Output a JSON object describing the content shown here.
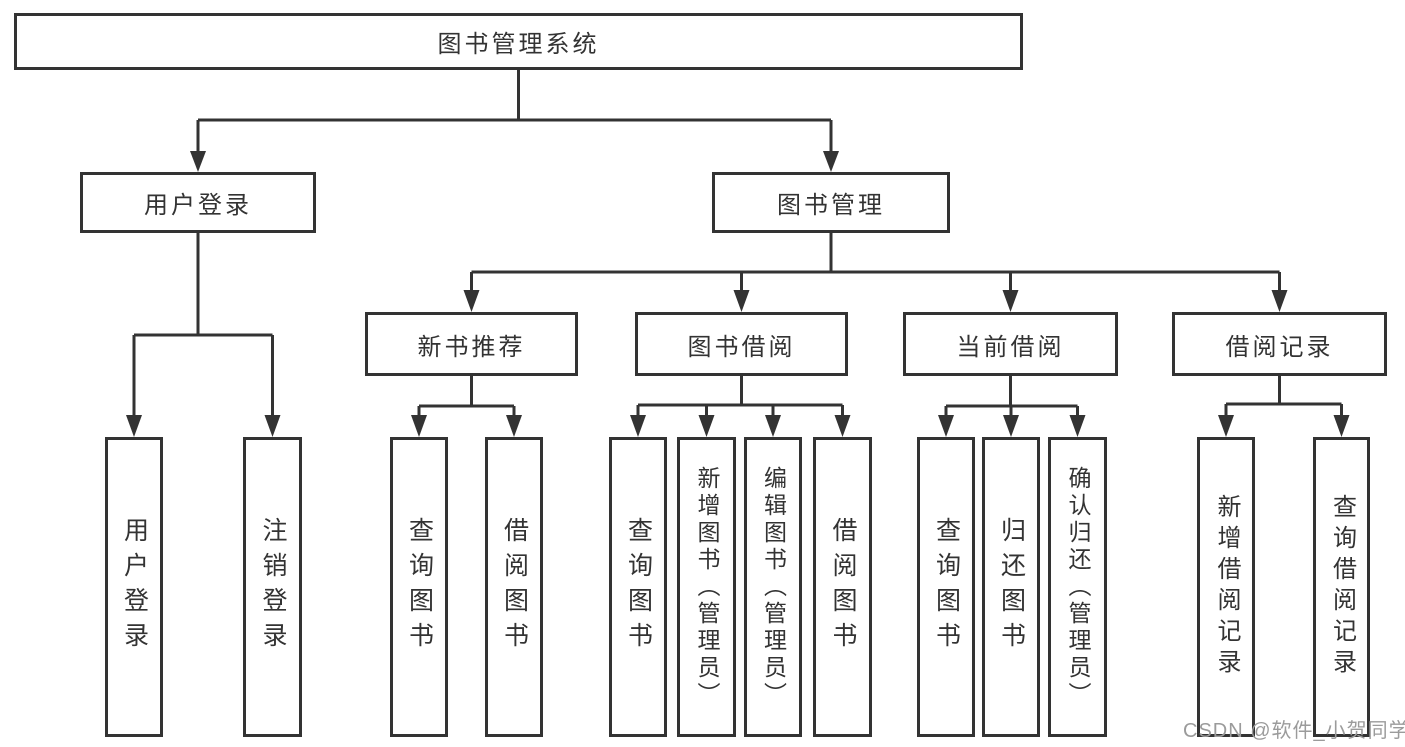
{
  "diagram": {
    "root": {
      "label": "图书管理系统"
    },
    "branches": [
      {
        "label": "用户登录",
        "children": [
          {
            "label": "用户登录"
          },
          {
            "label": "注销登录"
          }
        ]
      },
      {
        "label": "图书管理",
        "children": [
          {
            "label": "新书推荐",
            "children": [
              {
                "label": "查询图书"
              },
              {
                "label": "借阅图书"
              }
            ]
          },
          {
            "label": "图书借阅",
            "children": [
              {
                "label": "查询图书"
              },
              {
                "label": "新增图书（管理员）"
              },
              {
                "label": "编辑图书（管理员）"
              },
              {
                "label": "借阅图书"
              }
            ]
          },
          {
            "label": "当前借阅",
            "children": [
              {
                "label": "查询图书"
              },
              {
                "label": "归还图书"
              },
              {
                "label": "确认归还（管理员）"
              }
            ]
          },
          {
            "label": "借阅记录",
            "children": [
              {
                "label": "新增借阅记录"
              },
              {
                "label": "查询借阅记录"
              }
            ]
          }
        ]
      }
    ]
  },
  "watermark": {
    "text": "CSDN @软件_小贺同学"
  },
  "colors": {
    "line": "#333333",
    "box_border": "#333333",
    "text": "#333333",
    "background": "#ffffff",
    "watermark": "#9b9b9b"
  }
}
